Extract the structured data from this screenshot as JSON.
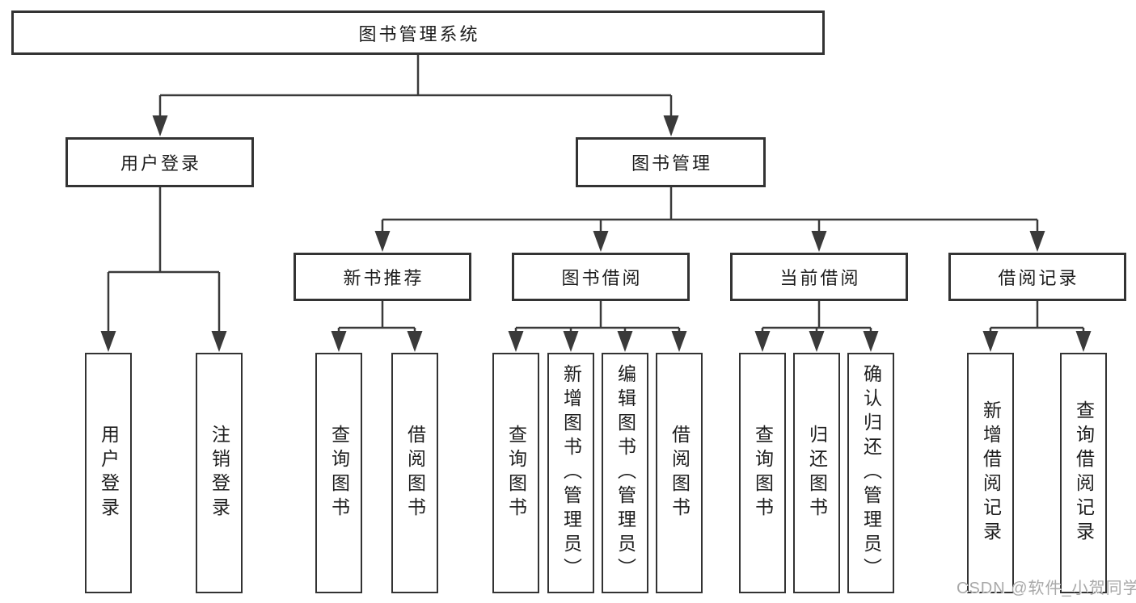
{
  "diagram_title": "图书管理系统",
  "colors": {
    "line": "#3a3a3a",
    "box_border": "#333333",
    "text": "#1d1d1d",
    "watermark": "#a9a9a9",
    "background": "#ffffff"
  },
  "watermark": {
    "text": "CSDN @软件_小贺同学"
  },
  "tree": {
    "label": "图书管理系统",
    "children": [
      {
        "label": "用户登录",
        "children": [
          {
            "label": "用户登录"
          },
          {
            "label": "注销登录"
          }
        ]
      },
      {
        "label": "图书管理",
        "children": [
          {
            "label": "新书推荐",
            "children": [
              {
                "label": "查询图书"
              },
              {
                "label": "借阅图书"
              }
            ]
          },
          {
            "label": "图书借阅",
            "children": [
              {
                "label": "查询图书"
              },
              {
                "label": "新增图书（管理员）"
              },
              {
                "label": "编辑图书（管理员）"
              },
              {
                "label": "借阅图书"
              }
            ]
          },
          {
            "label": "当前借阅",
            "children": [
              {
                "label": "查询图书"
              },
              {
                "label": "归还图书"
              },
              {
                "label": "确认归还（管理员）"
              }
            ]
          },
          {
            "label": "借阅记录",
            "children": [
              {
                "label": "新增借阅记录"
              },
              {
                "label": "查询借阅记录"
              }
            ]
          }
        ]
      }
    ]
  }
}
